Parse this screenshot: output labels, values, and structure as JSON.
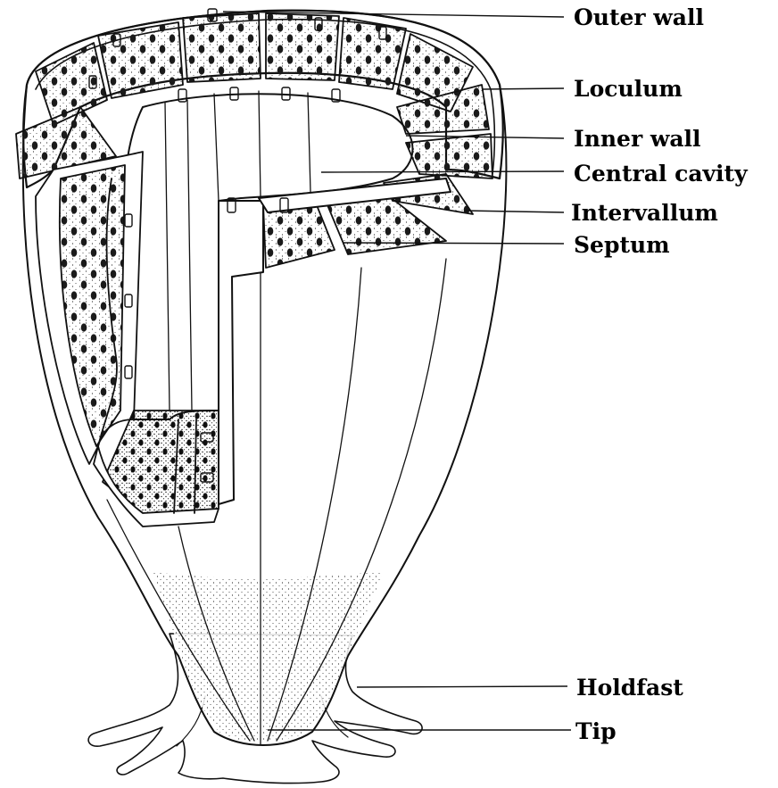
{
  "diagram": {
    "labels": [
      {
        "id": "outer-wall",
        "text": "Outer wall"
      },
      {
        "id": "loculum",
        "text": "Loculum"
      },
      {
        "id": "inner-wall",
        "text": "Inner wall"
      },
      {
        "id": "central-cavity",
        "text": "Central cavity"
      },
      {
        "id": "intervallum",
        "text": "Intervallum"
      },
      {
        "id": "septum",
        "text": "Septum"
      },
      {
        "id": "holdfast",
        "text": "Holdfast"
      },
      {
        "id": "tip",
        "text": "Tip"
      }
    ],
    "colors": {
      "ink": "#111111",
      "paper": "#ffffff"
    }
  }
}
